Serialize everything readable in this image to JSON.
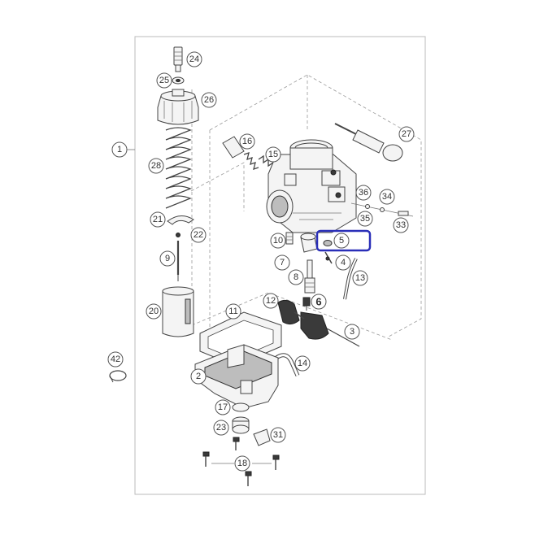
{
  "callouts": {
    "p1": "1",
    "p2": "2",
    "p3": "3",
    "p4": "4",
    "p5": "5",
    "p6": "6",
    "p7": "7",
    "p8": "8",
    "p9": "9",
    "p10": "10",
    "p11": "11",
    "p12": "12",
    "p13": "13",
    "p14": "14",
    "p15": "15",
    "p16": "16",
    "p17": "17",
    "p18": "18",
    "p20": "20",
    "p21": "21",
    "p22": "22",
    "p23": "23",
    "p24": "24",
    "p25": "25",
    "p26": "26",
    "p27": "27",
    "p28": "28",
    "p31": "31",
    "p33": "33",
    "p34": "34",
    "p35": "35",
    "p36": "36",
    "p42": "42"
  },
  "highlight": {
    "color": "#2a2fb8",
    "target": "5"
  },
  "colors": {
    "line": "#444444",
    "frame": "#bbbbbb",
    "highlight": "#2a2fb8"
  }
}
